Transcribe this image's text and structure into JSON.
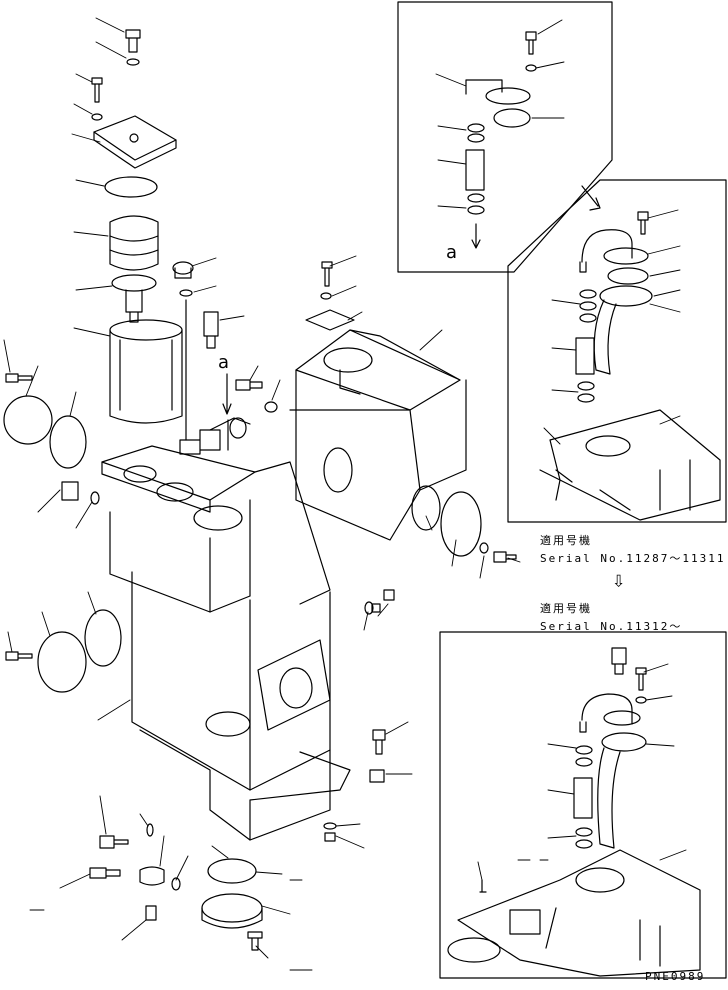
{
  "diagram": {
    "ref_marker_main": "a",
    "ref_marker_inset": "a",
    "applicability_1": {
      "heading": "適用号機",
      "serial": "Serial No.11287～11311"
    },
    "applicability_2": {
      "heading": "適用号機",
      "serial": "Serial No.11312～"
    },
    "drawing_code": "PNE0989",
    "flow_arrow_icon": "down-arrow-icon"
  }
}
